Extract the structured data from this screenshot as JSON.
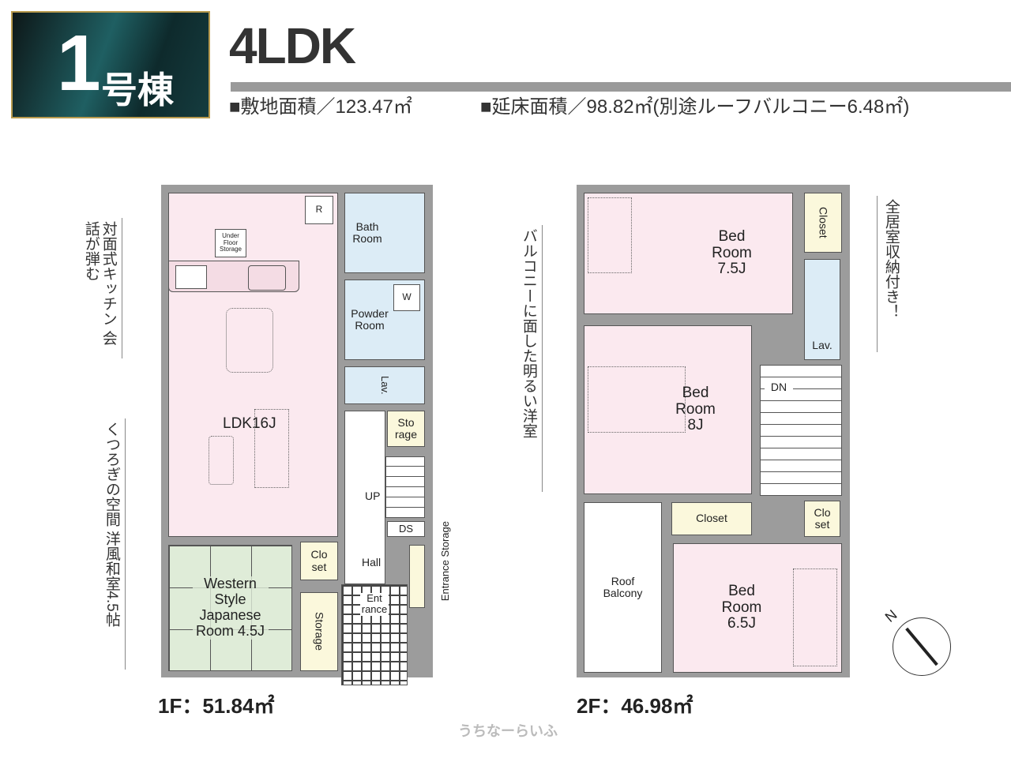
{
  "header": {
    "building_number": "1",
    "building_suffix": "号棟",
    "layout": "4LDK",
    "site_area": "■敷地面積／123.47㎡",
    "floor_area": "■延床面積／98.82㎡(別途ルーフバルコニー6.48㎡)"
  },
  "floor1": {
    "label": "1F：51.84㎡",
    "rooms": {
      "ldk": "LDK16J",
      "refrigerator": "R",
      "under_floor": "Under Floor Storage",
      "bath": "Bath Room",
      "powder": "Powder Room",
      "washer": "W",
      "lav": "Lav.",
      "storage_small": "Sto rage",
      "up": "UP",
      "ds": "DS",
      "hall": "Hall",
      "closet": "Clo set",
      "japanese": "Western Style Japanese Room 4.5J",
      "storage": "Storage",
      "entrance": "Ent rance",
      "entrance_storage": "Entrance Storage"
    }
  },
  "floor2": {
    "label": "2F：46.98㎡",
    "rooms": {
      "bed1": "Bed Room 7.5J",
      "closet_top": "Closet",
      "lav": "Lav.",
      "bed2": "Bed Room 8J",
      "dn": "DN",
      "roof_balcony": "Roof Balcony",
      "closet_mid": "Closet",
      "closet_small": "Clo set",
      "bed3": "Bed Room 6.5J"
    }
  },
  "callouts": {
    "kitchen": "対面式キッチン 会話が弾む",
    "living": "くつろぎの空間 洋風和室4.5帖",
    "balcony": "バルコニーに面した明るい洋室",
    "storage": "全居室収納付き！"
  },
  "compass": "N",
  "watermark": "うちなーらいふ",
  "colors": {
    "wall": "#9c9c9c",
    "living": "#fbe9ef",
    "wet": "#dcecf6",
    "japanese": "#dfecd8",
    "storage": "#fbf8dc"
  }
}
